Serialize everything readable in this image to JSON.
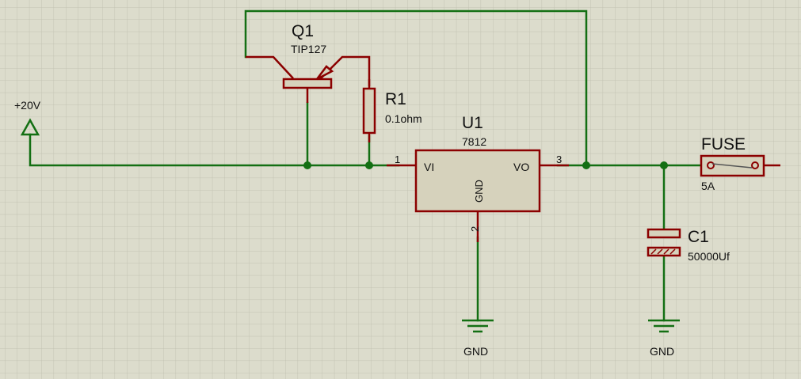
{
  "power": {
    "label": "+20V"
  },
  "q1": {
    "ref": "Q1",
    "value": "TIP127"
  },
  "r1": {
    "ref": "R1",
    "value": "0.1ohm"
  },
  "u1": {
    "ref": "U1",
    "value": "7812",
    "pin_vi": "VI",
    "pin_vo": "VO",
    "pin_gnd": "GND",
    "pin1": "1",
    "pin2": "2",
    "pin3": "3"
  },
  "fuse": {
    "ref": "FUSE",
    "value": "5A"
  },
  "c1": {
    "ref": "C1",
    "value": "50000Uf"
  },
  "ground_labels": [
    "GND",
    "GND"
  ],
  "colors": {
    "background": "#dcdccc",
    "grid": "#c3c3b3",
    "wire": "#136f13",
    "component": "#8b0000",
    "fill": "#d6d2bc"
  }
}
